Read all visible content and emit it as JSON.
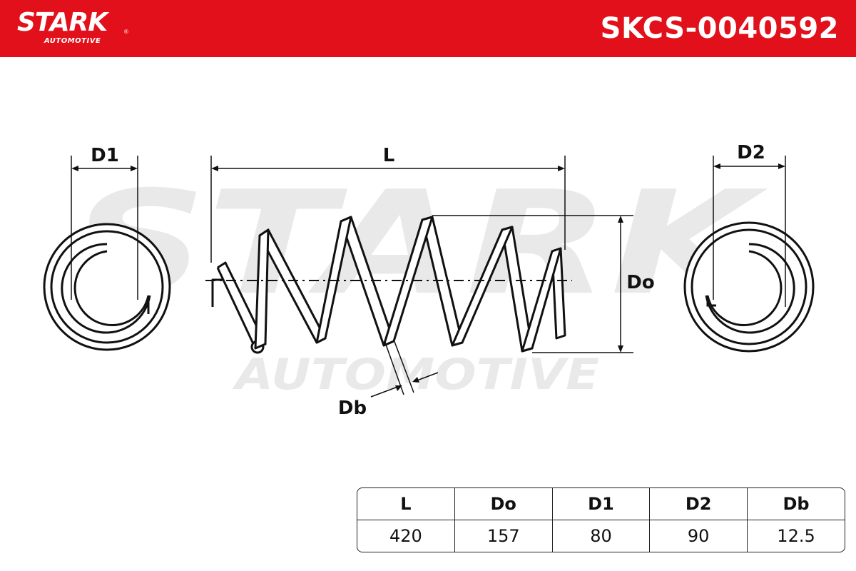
{
  "header": {
    "logo": {
      "brand": "STARK",
      "sub": "AUTOMOTIVE",
      "reg": "®"
    },
    "part_number": "SKCS-0040592",
    "bg_color": "#e2101a"
  },
  "diagram": {
    "labels": {
      "d1": "D1",
      "l": "L",
      "d2": "D2",
      "do": "Do",
      "db": "Db"
    },
    "watermark": {
      "brand": "STARK",
      "sub": "AUTOMOTIVE",
      "reg": "®"
    }
  },
  "specs": {
    "headers": [
      "L",
      "Do",
      "D1",
      "D2",
      "Db"
    ],
    "values": [
      "420",
      "157",
      "80",
      "90",
      "12.5"
    ]
  }
}
